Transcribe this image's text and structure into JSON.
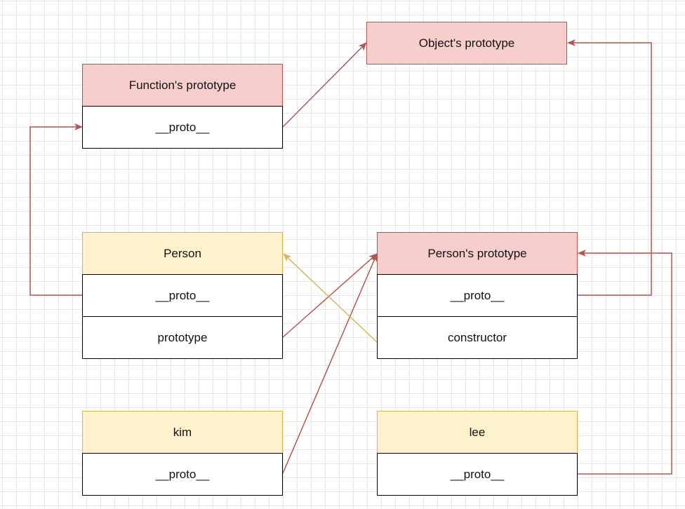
{
  "nodes": {
    "object_proto": {
      "title": "Object's prototype"
    },
    "function_proto": {
      "title": "Function's prototype",
      "proto": "__proto__"
    },
    "person": {
      "title": "Person",
      "proto": "__proto__",
      "prototype": "prototype"
    },
    "person_proto": {
      "title": "Person's prototype",
      "proto": "__proto__",
      "constructor": "constructor"
    },
    "kim": {
      "title": "kim",
      "proto": "__proto__"
    },
    "lee": {
      "title": "lee",
      "proto": "__proto__"
    }
  },
  "colors": {
    "pink_fill": "#f8cecc",
    "pink_stroke": "#b85450",
    "yellow_fill": "#fff2cc",
    "yellow_stroke": "#d6b656",
    "arrow_red": "#b85450",
    "arrow_yellow": "#d6b656"
  }
}
